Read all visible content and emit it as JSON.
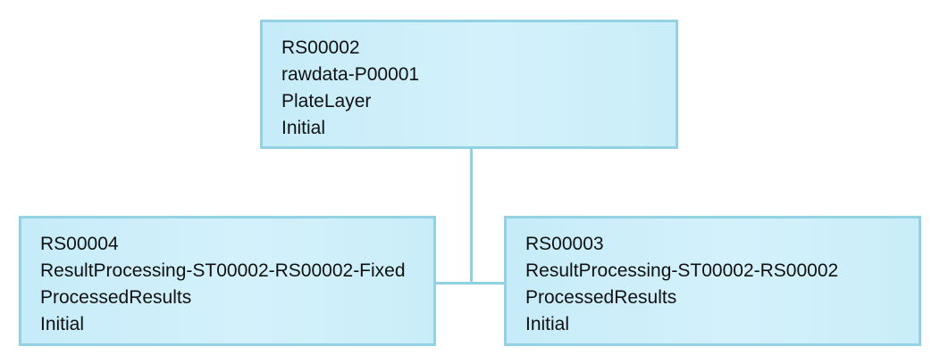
{
  "diagram": {
    "root": {
      "id": "RS00002",
      "name": "rawdata-P00001",
      "type": "PlateLayer",
      "status": "Initial"
    },
    "children": [
      {
        "id": "RS00004",
        "name": "ResultProcessing-ST00002-RS00002-Fixed",
        "type": "ProcessedResults",
        "status": "Initial"
      },
      {
        "id": "RS00003",
        "name": "ResultProcessing-ST00002-RS00002",
        "type": "ProcessedResults",
        "status": "Initial"
      }
    ],
    "colors": {
      "node_fill": "#cdeffa",
      "node_border": "#92d2e4",
      "connector": "#8fd0e2",
      "text": "#111111"
    }
  }
}
